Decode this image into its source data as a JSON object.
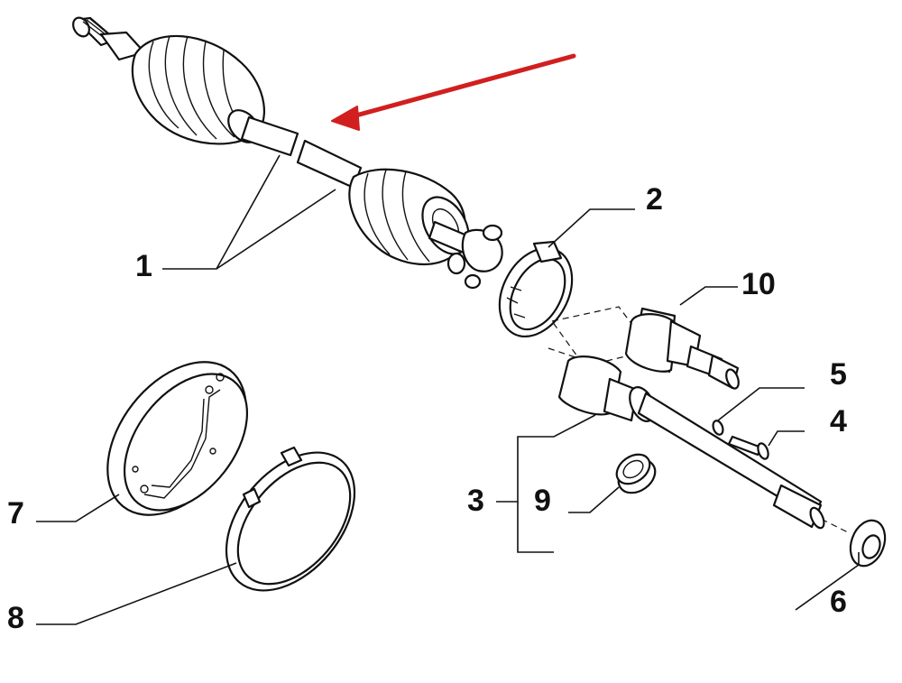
{
  "colors": {
    "arrow": "#d11f1f",
    "line": "#111111",
    "background": "#ffffff"
  },
  "callouts": [
    {
      "id": "1",
      "text": "1"
    },
    {
      "id": "2",
      "text": "2"
    },
    {
      "id": "3",
      "text": "3"
    },
    {
      "id": "4",
      "text": "4"
    },
    {
      "id": "5",
      "text": "5"
    },
    {
      "id": "6",
      "text": "6"
    },
    {
      "id": "7",
      "text": "7"
    },
    {
      "id": "8",
      "text": "8"
    },
    {
      "id": "9",
      "text": "9"
    },
    {
      "id": "10",
      "text": "10"
    }
  ]
}
